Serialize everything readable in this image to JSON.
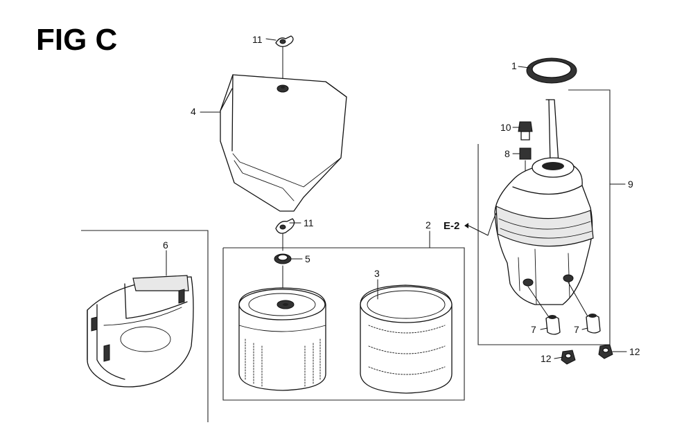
{
  "figure": {
    "title": "FIG C"
  },
  "callouts": {
    "c1": "1",
    "c2": "2",
    "c3": "3",
    "c4": "4",
    "c5": "5",
    "c6": "6",
    "c7a": "7",
    "c7b": "7",
    "c8": "8",
    "c9": "9",
    "c10": "10",
    "c11a": "11",
    "c11b": "11",
    "c12a": "12",
    "c12b": "12",
    "ref_e2": "E-2"
  }
}
